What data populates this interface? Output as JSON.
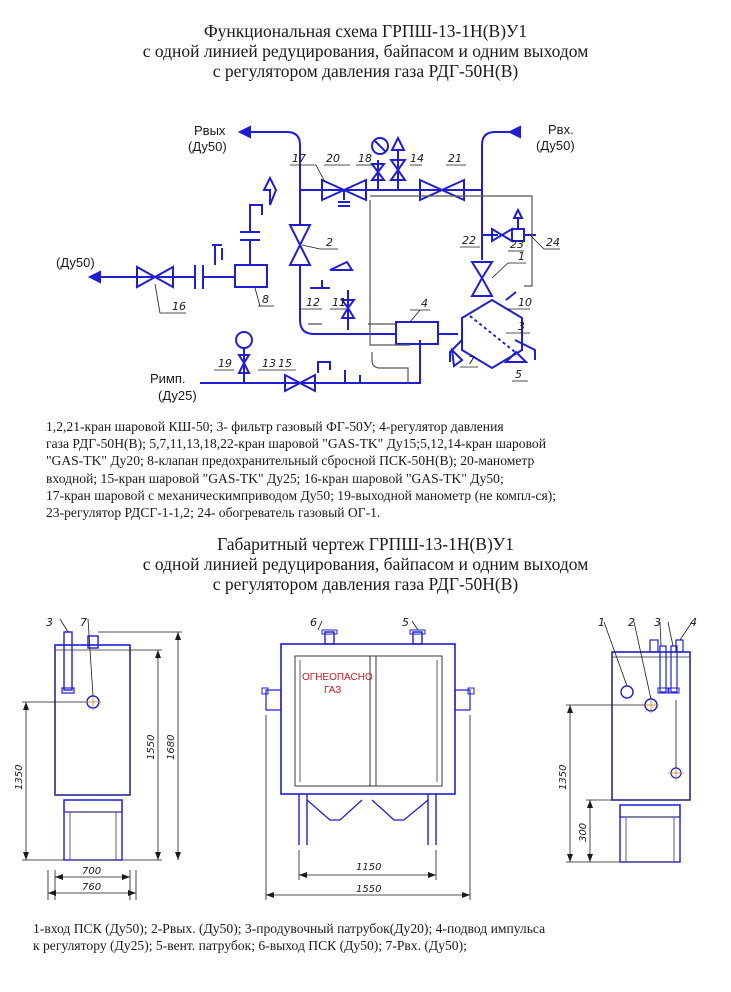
{
  "scheme": {
    "title_lines": [
      "Функциональная схема ГРПШ-13-1Н(В)У1",
      "с одной линией редуцирования, байпасом  и одним выходом",
      "с регулятором давления газа РДГ-50Н(В)"
    ],
    "labels": {
      "outlet": "Рвых",
      "outlet_size": "(Ду50)",
      "inlet": "Рвх.",
      "inlet_size": "(Ду50)",
      "left_size": "(Ду50)",
      "impulse": "Римп.",
      "impulse_size": "(Ду25)"
    },
    "numbers": [
      "1",
      "2",
      "3",
      "4",
      "5",
      "7",
      "8",
      "10",
      "11",
      "12",
      "13",
      "14",
      "15",
      "16",
      "17",
      "18",
      "19",
      "20",
      "21",
      "22",
      "23",
      "24"
    ],
    "legend_lines": [
      "1,2,21-кран шаровой КШ-50; 3- фильтр газовый ФГ-50У; 4-регулятор давления",
      "газа РДГ-50Н(В); 5,7,11,13,18,22-кран шаровой \"GAS-TK\" Ду15;5,12,14-кран шаровой",
      "\"GAS-TK\" Ду20; 8-клапан предохранительный сбросной ПСК-50Н(В); 20-манометр",
      "входной; 15-кран шаровой \"GAS-TK\" Ду25; 16-кран шаровой \"GAS-TK\" Ду50;",
      "17-кран шаровой с механическимприводом Ду50; 19-выходной манометр (не компл-ся);",
      "23-регулятор РДСГ-1-1,2; 24- обогреватель газовый ОГ-1."
    ]
  },
  "dimensional": {
    "title_lines": [
      "Габаритный чертеж ГРПШ-13-1Н(В)У1",
      "с одной линией редуцирования, байпасом  и одним выходом",
      "с регулятором давления газа РДГ-50Н(В)"
    ],
    "warning_text": [
      "ОГНЕОПАСНО",
      "ГАЗ"
    ],
    "view_numbers": {
      "left": [
        "3",
        "7"
      ],
      "front": [
        "6",
        "5"
      ],
      "right": [
        "1",
        "2",
        "3",
        "4"
      ]
    },
    "dims": {
      "h1350_left": "1350",
      "h1550": "1550",
      "h1680": "1680",
      "w700": "700",
      "w760": "760",
      "w1150": "1150",
      "w1550": "1550",
      "h1350_right": "1350",
      "h300": "300"
    },
    "legend_lines": [
      "1-вход ПСК (Ду50); 2-Рвых. (Ду50); 3-продувочный патрубок(Ду20); 4-подвод импульса",
      "к регулятору (Ду25); 5-вент. патрубок; 6-выход ПСК (Ду50); 7-Рвх. (Ду50);"
    ],
    "colors": {
      "line": "#1f1fd0",
      "outline": "#3a3a3a",
      "warning": "#d01818"
    }
  }
}
